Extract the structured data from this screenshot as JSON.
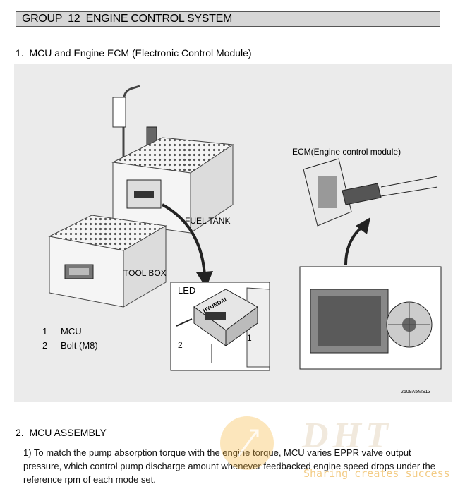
{
  "header": {
    "title": "GROUP  12  ENGINE CONTROL SYSTEM"
  },
  "section1": {
    "title": "1.  MCU and Engine ECM",
    "subtitle": "(Electronic Control Module)"
  },
  "figure": {
    "ecm_label": "ECM(Engine control module)",
    "fuel_tank_label": "FUEL TANK",
    "tool_box_label": "TOOL BOX",
    "led_label": "LED",
    "callout_1": "1",
    "callout_2": "2",
    "legend": [
      {
        "num": "1",
        "text": "MCU"
      },
      {
        "num": "2",
        "text": "Bolt (M8)"
      }
    ],
    "mcu_brand": "HYUNDAI",
    "figure_code": "2609A5MS13"
  },
  "section2": {
    "title": "2.  MCU ASSEMBLY",
    "para": "1) To match the pump absorption torque with the engine torque, MCU varies EPPR valve output pressure, which control pump discharge amount whenever feedbacked engine speed drops under the reference rpm of each mode set."
  },
  "watermark": {
    "logo": "DHT",
    "tagline": "Sharing creates success"
  }
}
